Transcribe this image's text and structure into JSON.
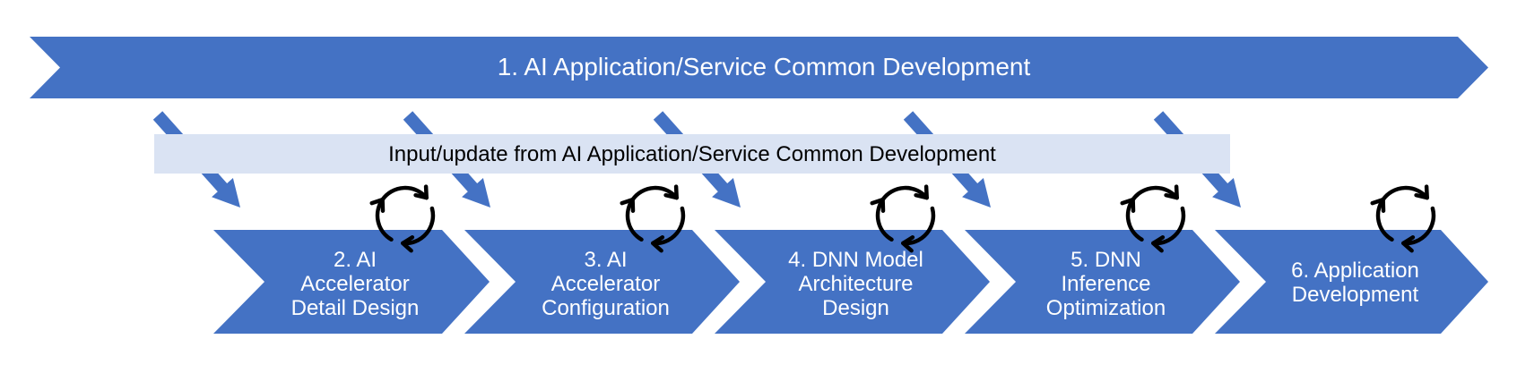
{
  "colors": {
    "primary_blue": "#4472C4",
    "light_box": "#DAE3F3",
    "text_on_blue": "#FFFFFF",
    "text_dark": "#000000",
    "cycle_icon": "#000000"
  },
  "top_arrow": {
    "label": "1. AI Application/Service Common Development"
  },
  "input_box": {
    "label": "Input/update from AI Application/Service Common Development"
  },
  "stages": [
    {
      "lines": [
        "2. AI",
        "Accelerator",
        "Detail Design"
      ],
      "icon": "cycle-icon"
    },
    {
      "lines": [
        "3. AI",
        "Accelerator",
        "Configuration"
      ],
      "icon": "cycle-icon"
    },
    {
      "lines": [
        "4. DNN Model",
        "Architecture",
        "Design"
      ],
      "icon": "cycle-icon"
    },
    {
      "lines": [
        "5. DNN",
        "Inference",
        "Optimization"
      ],
      "icon": "cycle-icon"
    },
    {
      "lines": [
        "6. Application",
        "Development"
      ],
      "icon": "cycle-icon"
    }
  ],
  "input_arrow_count": 5
}
